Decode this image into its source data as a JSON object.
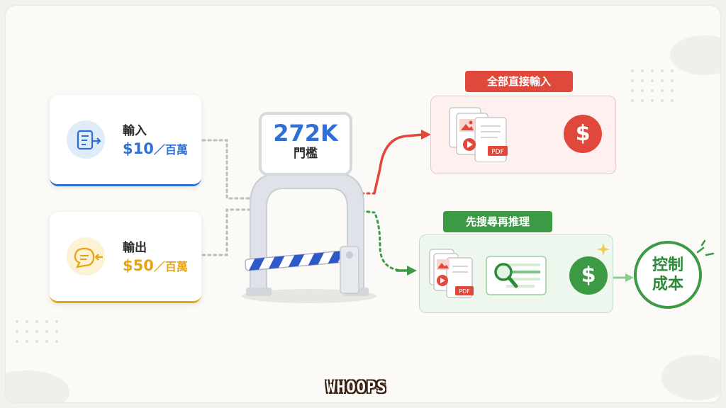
{
  "input_card": {
    "label": "輸入",
    "price": "$10",
    "unit": "／百萬",
    "accent": "#2f6fd6"
  },
  "output_card": {
    "label": "輸出",
    "price": "$50",
    "unit": "／百萬",
    "accent": "#e7a411"
  },
  "threshold": {
    "value": "272K",
    "label": "門檻"
  },
  "direct_path": {
    "tag": "全部直接輸入",
    "color": "#e0483b",
    "doc_badge": "PDF",
    "coin_symbol": "$"
  },
  "search_path": {
    "tag": "先搜尋再推理",
    "color": "#3c9a45",
    "doc_badge": "PDF",
    "coin_symbol": "$"
  },
  "result": {
    "line1": "控制",
    "line2": "成本"
  },
  "brand": "WHOOPS",
  "icons": [
    "document-arrow-icon",
    "chat-arrow-icon",
    "image-icon",
    "play-icon",
    "pdf-icon",
    "arrow-right-icon",
    "dollar-coin-icon",
    "magnifier-icon",
    "sparkle-icon",
    "boom-gate-icon"
  ]
}
